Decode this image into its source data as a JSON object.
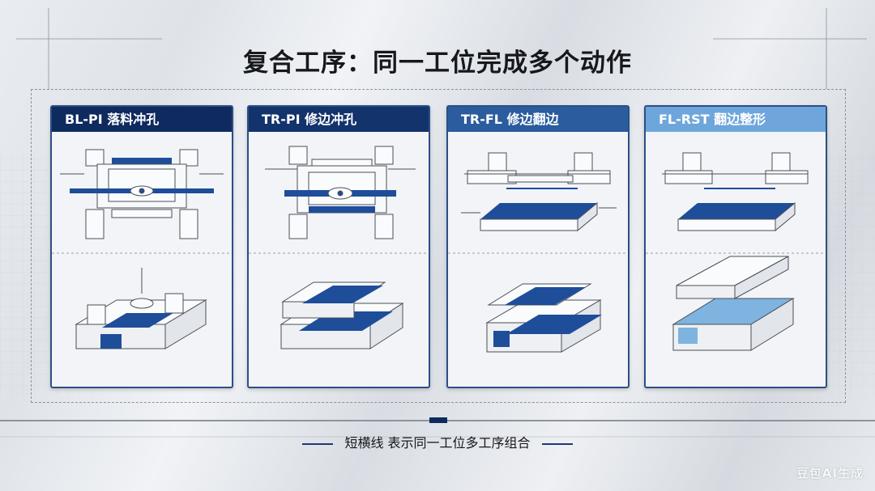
{
  "title": "复合工序：同一工位完成多个动作",
  "cards": [
    {
      "label": "BL-PI 落料冲孔",
      "head_color": "#0f2a5e"
    },
    {
      "label": "TR-PI 修边冲孔",
      "head_color": "#13336c"
    },
    {
      "label": "TR-FL 修边翻边",
      "head_color": "#2a5c9e"
    },
    {
      "label": "FL-RST 翻边整形",
      "head_color": "#6ea6dc"
    }
  ],
  "caption": "短横线 表示同一工位多工序组合",
  "watermark": "豆包AI生成",
  "colors": {
    "dark_blue": "#1e4d9a",
    "light_blue": "#7fb3e0",
    "line": "#4a4f58"
  }
}
